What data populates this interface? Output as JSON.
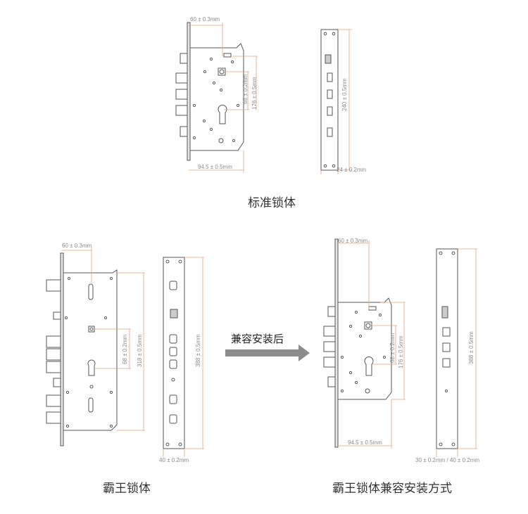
{
  "captions": {
    "standard": "标准锁体",
    "bawang": "霸王锁体",
    "compatible": "霸王锁体兼容安装方式"
  },
  "arrow": {
    "label": "兼容安装后"
  },
  "dimensions": {
    "std_width": "60 ± 0.3mm",
    "std_hole_pitch": "68 ± 0.2mm",
    "std_body_height": "176 ± 0.5mm",
    "std_depth": "94.5 ± 0.5mm",
    "std_face_height": "240 ± 0.5mm",
    "std_face_width": "24 ± 0.2mm",
    "bw_width": "60 ± 0.3mm",
    "bw_hole_pitch": "68 ± 0.2mm",
    "bw_body_height": "318 ± 0.5mm",
    "bw_face_height": "388 ± 0.5mm",
    "bw_face_width": "40 ± 0.2mm",
    "cp_width": "60 ± 0.3mm",
    "cp_hole_pitch": "68 ± 0.2mm",
    "cp_body_height": "176 ± 0.5mm",
    "cp_depth": "94.5 ± 0.5mm",
    "cp_face_height": "388 ± 0.5mm",
    "cp_face_width": "30 ± 0.2mm / 40 ± 0.2mm"
  },
  "colors": {
    "line": "#555555",
    "dim_line": "#e8a07a",
    "arrow": "#8c8c8c",
    "text": "#333333"
  }
}
